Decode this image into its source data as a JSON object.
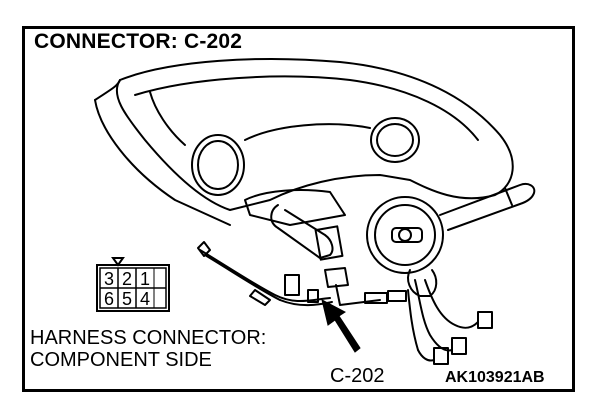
{
  "title": "CONNECTOR: C-202",
  "harness_label_line1": "HARNESS CONNECTOR:",
  "harness_label_line2": "COMPONENT SIDE",
  "connector_callout": "C-202",
  "figure_code": "AK103921AB",
  "connector_pins": {
    "top_row": [
      "3",
      "2",
      "1"
    ],
    "bottom_row": [
      "6",
      "5",
      "4"
    ]
  },
  "colors": {
    "ink": "#000000",
    "background": "#ffffff"
  }
}
